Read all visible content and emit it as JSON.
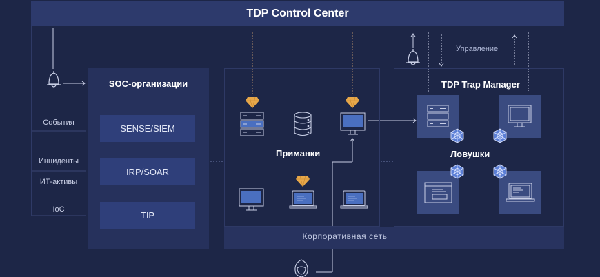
{
  "header": {
    "title": "TDP Control Center"
  },
  "soc": {
    "title": "SOC-организации",
    "systems": [
      "SENSE/SIEM",
      "IRP/SOAR",
      "TIP"
    ]
  },
  "side_flows": [
    "События",
    "Инциденты",
    "ИТ-активы",
    "IoC"
  ],
  "lures": {
    "title": "Приманки"
  },
  "traps": {
    "manager_title": "TDP Trap Manager",
    "title": "Ловушки"
  },
  "management_label": "Управление",
  "corporate_network": {
    "label": "Корпоративная сеть"
  },
  "icons": {
    "alert": "bell-icon",
    "lure_marker": "diamond-icon",
    "trap_marker": "spider-web-icon",
    "attacker": "hooded-attacker-icon",
    "server": "server-icon",
    "database": "database-icon",
    "monitor": "monitor-icon",
    "laptop": "laptop-icon",
    "window": "app-window-icon"
  },
  "colors": {
    "background": "#1d2647",
    "header": "#2d3a6c",
    "panel": "#26315c",
    "box": "#2f3f7a",
    "trap_tile": "#3a4b80",
    "diamond": "#e8a84a",
    "screen_fill": "#4a6fc0",
    "line": "#c9cfe6"
  }
}
